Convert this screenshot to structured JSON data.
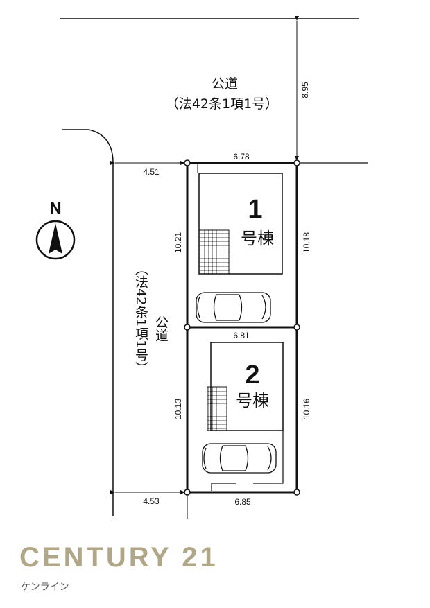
{
  "road_top": {
    "name": "公道",
    "law": "（法42条1項1号）",
    "setback": "8.95"
  },
  "road_left": {
    "name": "公道",
    "law": "（法42条1項1号）"
  },
  "north": "N",
  "lots": [
    {
      "number": "1",
      "suffix": "号棟",
      "top": "6.78",
      "left": "10.21",
      "right": "10.18",
      "offset": "4.51"
    },
    {
      "number": "2",
      "suffix": "号棟",
      "top": "6.81",
      "left": "10.13",
      "right": "10.16",
      "bottom": "6.85",
      "offset": "4.53"
    }
  ],
  "logo": {
    "brand": "CENTURY 21",
    "sub": "ケンライン"
  }
}
